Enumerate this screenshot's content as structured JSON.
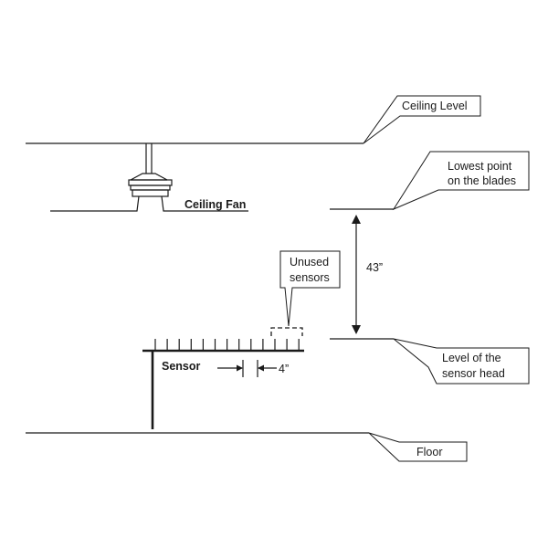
{
  "labels": {
    "ceiling_level": "Ceiling Level",
    "lowest_point_1": "Lowest point",
    "lowest_point_2": "on the blades",
    "ceiling_fan": "Ceiling Fan",
    "distance": "43”",
    "unused_1": "Unused",
    "unused_2": "sensors",
    "sensor": "Sensor",
    "spacing": "4”",
    "sensor_level_1": "Level of the",
    "sensor_level_2": "sensor head",
    "floor": "Floor"
  },
  "sensor_array": {
    "sensor_count": 13,
    "unused_sensor_count": 3
  },
  "colors": {
    "ink": "#1a1a1a",
    "background": "#ffffff"
  }
}
